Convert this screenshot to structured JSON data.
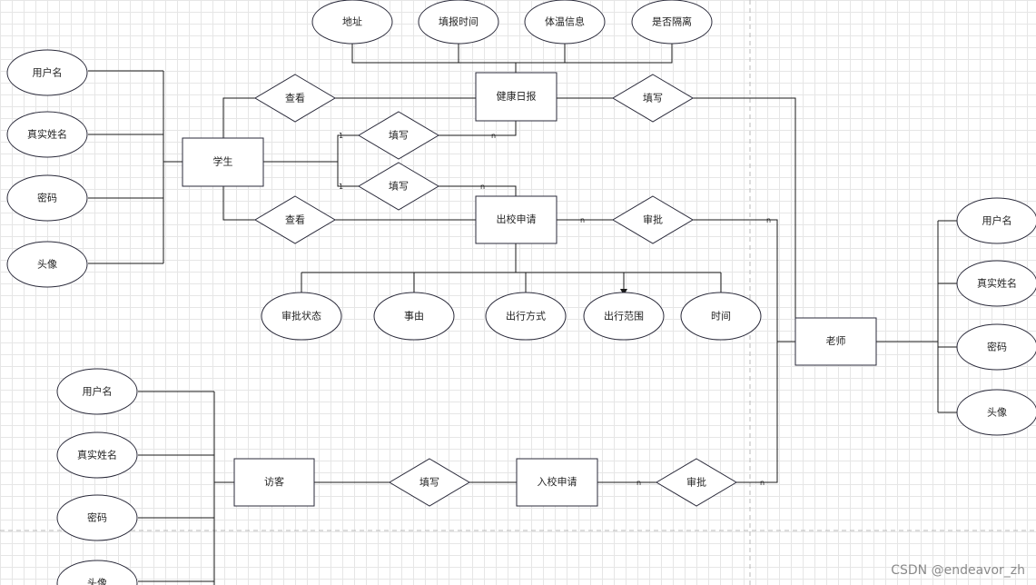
{
  "entities": {
    "student": "学生",
    "teacher": "老师",
    "visitor": "访客",
    "health_report": "健康日报",
    "leave_request": "出校申请",
    "entry_request": "入校申请"
  },
  "relationships": {
    "view_report": "查看",
    "fill_report_teacher": "填写",
    "fill_report_student": "填写",
    "fill_leave": "填写",
    "view_leave": "查看",
    "approve_leave": "审批",
    "fill_entry": "填写",
    "approve_entry": "审批"
  },
  "attributes": {
    "report_address": "地址",
    "report_time": "填报时间",
    "report_temperature": "体温信息",
    "report_isolated": "是否隔离",
    "student_username": "用户名",
    "student_realname": "真实姓名",
    "student_password": "密码",
    "student_avatar": "头像",
    "leave_status": "审批状态",
    "leave_reason": "事由",
    "leave_mode": "出行方式",
    "leave_range": "出行范围",
    "leave_time": "时间",
    "teacher_username": "用户名",
    "teacher_realname": "真实姓名",
    "teacher_password": "密码",
    "teacher_avatar": "头像",
    "visitor_username": "用户名",
    "visitor_realname": "真实姓名",
    "visitor_password": "密码",
    "visitor_avatar": "头像"
  },
  "cardinalities": {
    "student_fill_report_one": "1",
    "fill_report_many": "n",
    "student_fill_leave_one": "1",
    "fill_leave_many": "n",
    "leave_approve_many": "n",
    "approve_teacher_many": "n",
    "entry_approve_many": "n",
    "approve_entry_teacher_many": "n"
  },
  "watermark": "CSDN @endeavor_zh"
}
